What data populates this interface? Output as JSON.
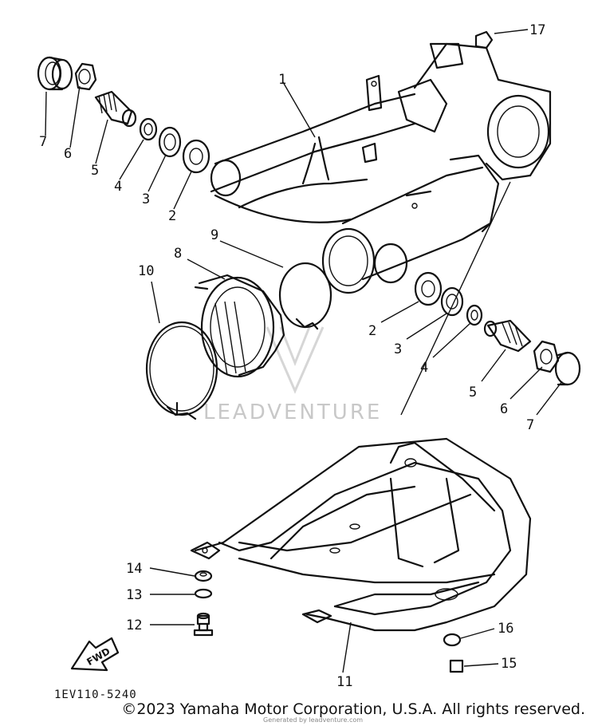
{
  "diagram": {
    "callouts": [
      {
        "id": "7a",
        "label": "7"
      },
      {
        "id": "6a",
        "label": "6"
      },
      {
        "id": "5a",
        "label": "5"
      },
      {
        "id": "4a",
        "label": "4"
      },
      {
        "id": "3a",
        "label": "3"
      },
      {
        "id": "2a",
        "label": "2"
      },
      {
        "id": "1",
        "label": "1"
      },
      {
        "id": "17",
        "label": "17"
      },
      {
        "id": "8",
        "label": "8"
      },
      {
        "id": "9",
        "label": "9"
      },
      {
        "id": "10",
        "label": "10"
      },
      {
        "id": "2b",
        "label": "2"
      },
      {
        "id": "3b",
        "label": "3"
      },
      {
        "id": "4b",
        "label": "4"
      },
      {
        "id": "5b",
        "label": "5"
      },
      {
        "id": "6b",
        "label": "6"
      },
      {
        "id": "7b",
        "label": "7"
      },
      {
        "id": "14",
        "label": "14"
      },
      {
        "id": "13",
        "label": "13"
      },
      {
        "id": "12",
        "label": "12"
      },
      {
        "id": "16",
        "label": "16"
      },
      {
        "id": "15",
        "label": "15"
      },
      {
        "id": "11",
        "label": "11"
      }
    ],
    "watermark": "LEADVENTURE",
    "fwd_label": "FWD",
    "catalog_code": "1EV110-5240"
  },
  "footer": {
    "copyright": "©2023 Yamaha Motor Corporation, U.S.A. All rights reserved.",
    "small_text": "Generated by leadventure.com"
  },
  "colors": {
    "line": "#111111",
    "watermark": "#c8c8c8",
    "background": "#ffffff"
  }
}
